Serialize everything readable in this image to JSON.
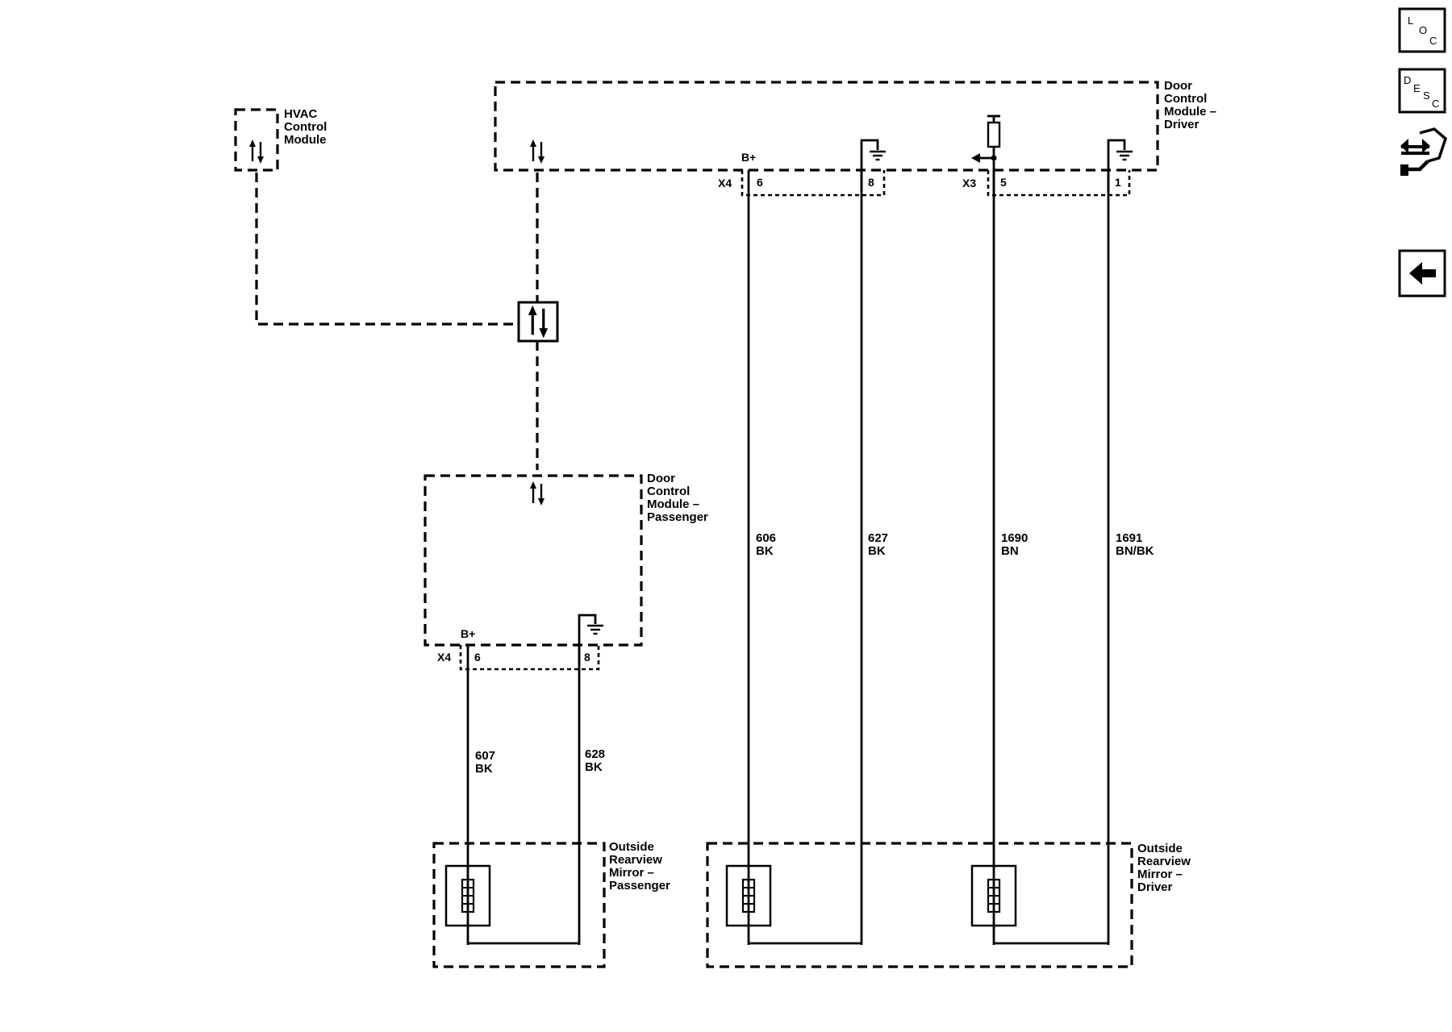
{
  "modules": {
    "hvac": [
      "HVAC",
      "Control",
      "Module"
    ],
    "dcm_driver": [
      "Door",
      "Control",
      "Module –",
      "Driver"
    ],
    "dcm_passenger": [
      "Door",
      "Control",
      "Module –",
      "Passenger"
    ],
    "mirror_passenger": [
      "Outside",
      "Rearview",
      "Mirror –",
      "Passenger"
    ],
    "mirror_driver": [
      "Outside",
      "Rearview",
      "Mirror –",
      "Driver"
    ]
  },
  "connectors": {
    "driver_x4": {
      "name": "X4",
      "pin_a": "6",
      "pin_b": "8",
      "supply": "B+"
    },
    "driver_x3": {
      "name": "X3",
      "pin_a": "5",
      "pin_b": "1"
    },
    "passenger_x4": {
      "name": "X4",
      "pin_a": "6",
      "pin_b": "8",
      "supply": "B+"
    }
  },
  "wires": {
    "w606": {
      "circuit": "606",
      "color": "BK"
    },
    "w627": {
      "circuit": "627",
      "color": "BK"
    },
    "w1690": {
      "circuit": "1690",
      "color": "BN"
    },
    "w1691": {
      "circuit": "1691",
      "color": "BN/BK"
    },
    "w607": {
      "circuit": "607",
      "color": "BK"
    },
    "w628": {
      "circuit": "628",
      "color": "BK"
    }
  },
  "sidebar": {
    "loc": [
      "L",
      "O",
      "C"
    ],
    "desc": [
      "D",
      "E",
      "S",
      "C"
    ],
    "connector_icon": "connector-icon",
    "back_icon": "back-arrow-icon"
  }
}
